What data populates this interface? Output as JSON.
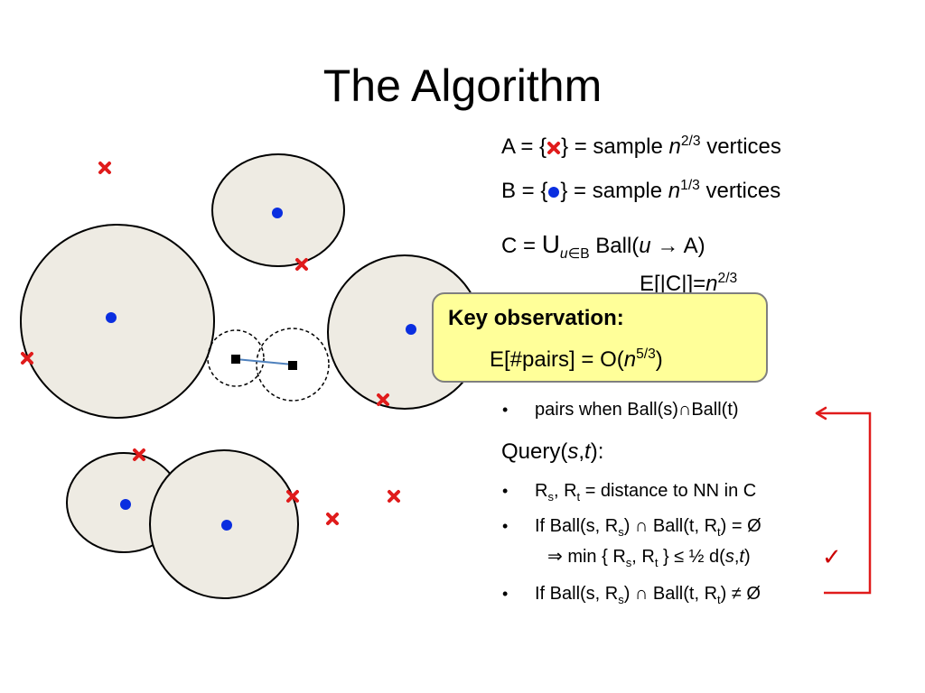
{
  "title": "The Algorithm",
  "defs": {
    "a_prefix": "A = {",
    "a_suffix": "} = sample",
    "a_var": "n",
    "a_exp": "2/3",
    "a_tail": "vertices",
    "b_prefix": "B = {",
    "b_suffix": "} = sample",
    "b_var": "n",
    "b_exp": "1/3",
    "b_tail": "vertices",
    "c_prefix": "C =",
    "c_union": "U",
    "c_sub_var": "u",
    "c_sub_rest": "∈B",
    "c_ball": "Ball(",
    "c_ball_var": "u",
    "c_ball_rest": "→ A)",
    "e_text": "E[|C|]=",
    "e_var": "n",
    "e_exp": "2/3"
  },
  "callout": {
    "heading": "Key observation:",
    "body_prefix": "E[#pairs] = O(",
    "body_var": "n",
    "body_exp": "5/3",
    "body_suffix": ")"
  },
  "pairs_bullet": {
    "bullet": "•",
    "text": "pairs when Ball(s)∩Ball(t)"
  },
  "query": {
    "label": "Query(",
    "s": "s",
    "comma": ",",
    "t": "t",
    "close": "):"
  },
  "bullets": {
    "b1": {
      "bullet": "•",
      "R": "R",
      "s": "s",
      "mid": ", R",
      "t": "t",
      "rest": " = distance to NN in C"
    },
    "b2": {
      "bullet": "•",
      "p1": "If Ball(s, R",
      "s": "s",
      "p2": ") ∩ Ball(t, R",
      "t": "t",
      "p3": ") = Ø"
    },
    "b2b": {
      "p1": "⇒ min { R",
      "s": "s",
      "p2": ", R",
      "t": "t",
      "p3": " } ≤ ½ d(",
      "sv": "s",
      "c": ",",
      "tv": "t",
      "p4": ")"
    },
    "b3": {
      "bullet": "•",
      "p1": "If Ball(s, R",
      "s": "s",
      "p2": ") ∩ Ball(t, R",
      "t": "t",
      "p3": ") ≠ Ø"
    }
  },
  "checkmark": "✓",
  "colors": {
    "ball_fill": "#eeebe3",
    "cross": "#e01b1b",
    "dot": "#0a2ee0",
    "arrow": "#e01b1b",
    "callout_bg": "#ffff99"
  }
}
